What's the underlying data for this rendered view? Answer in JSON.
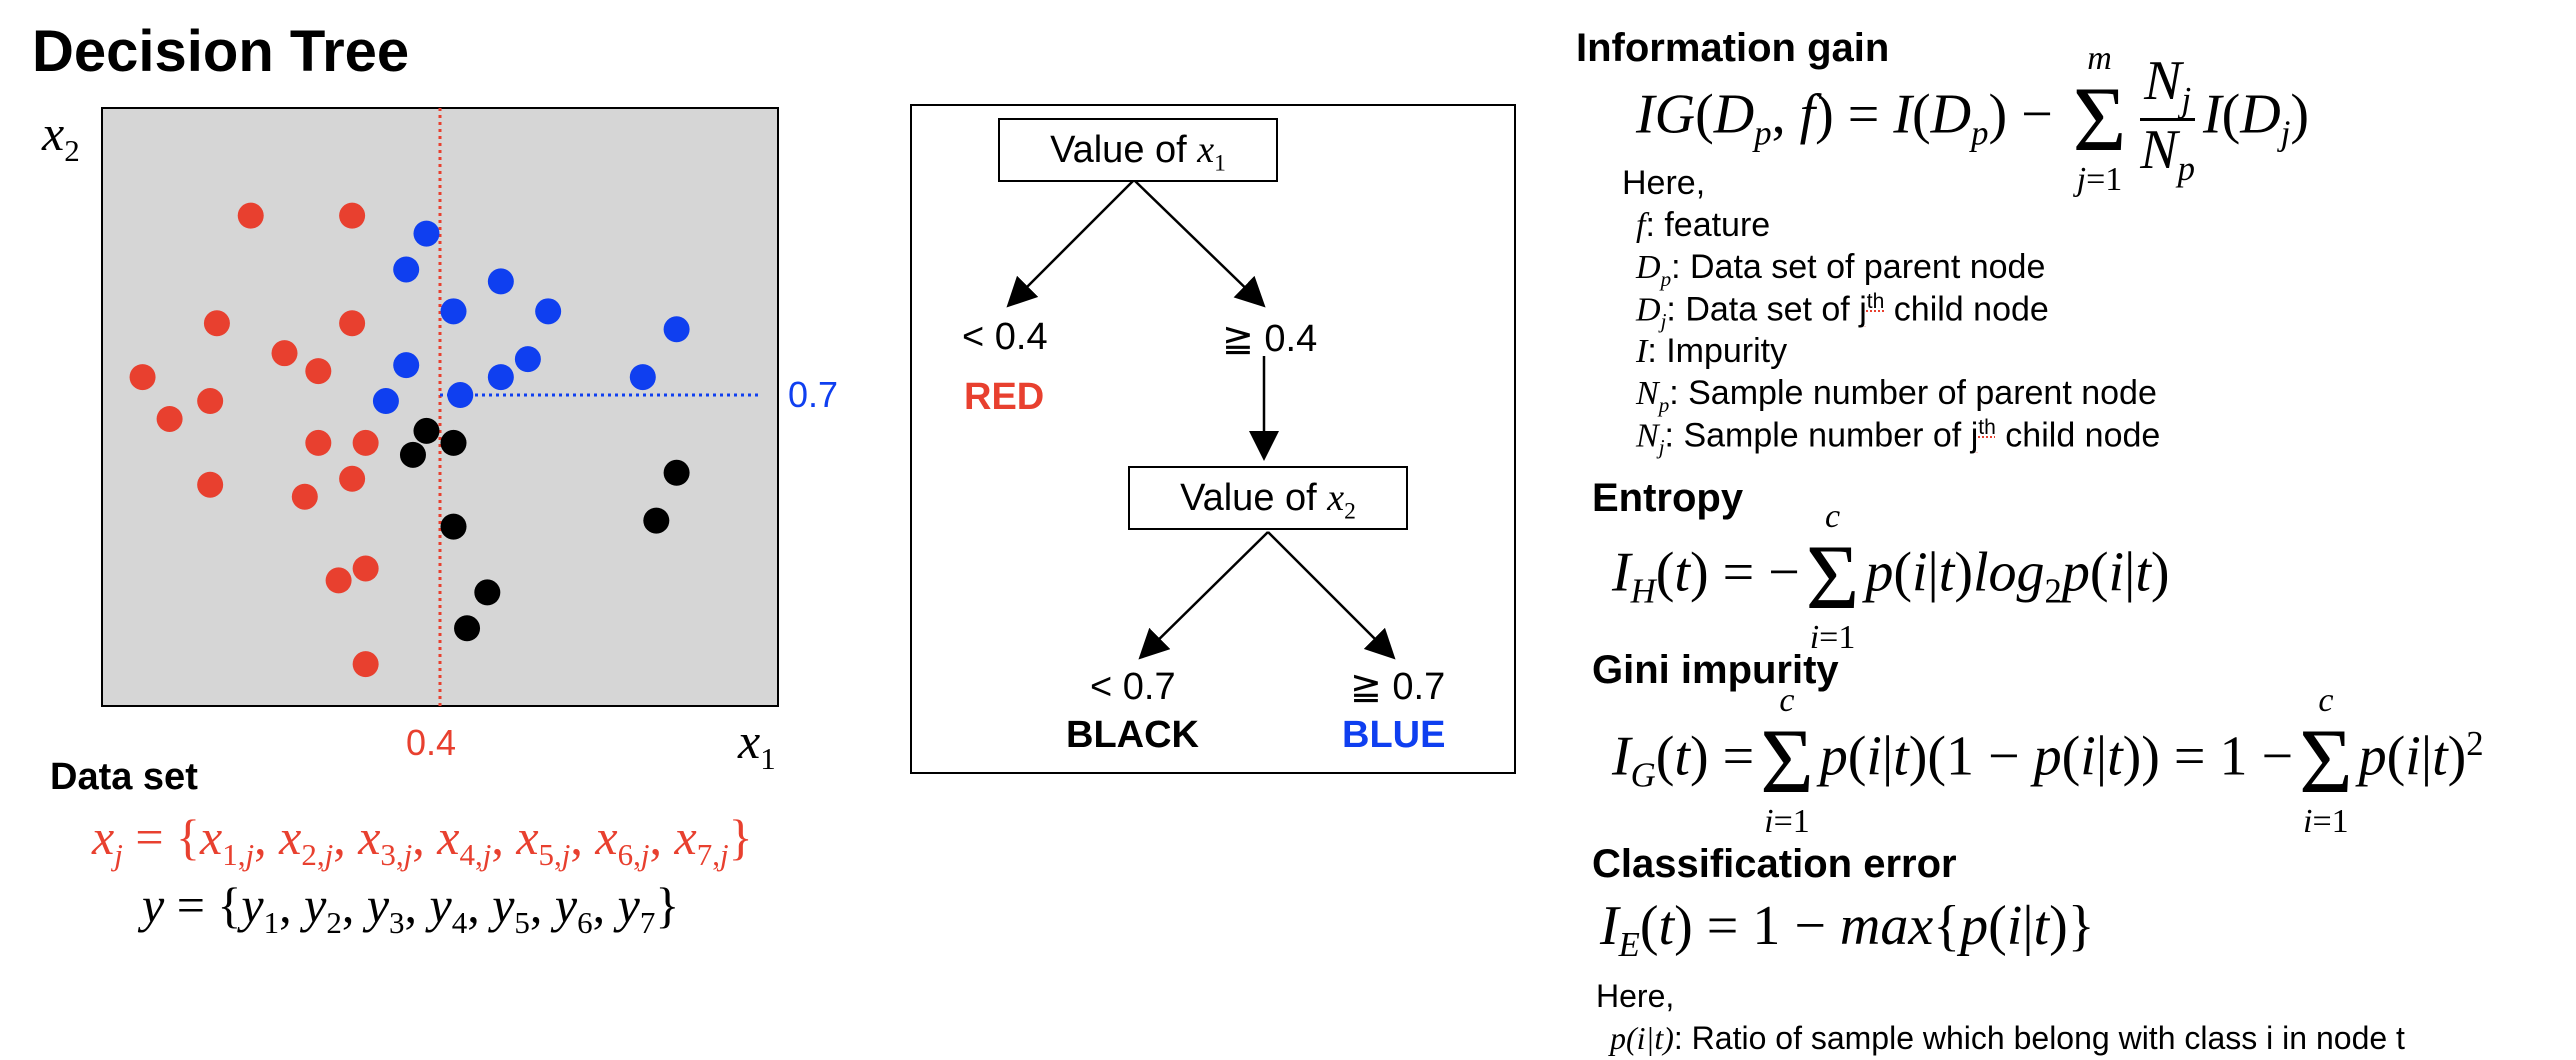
{
  "title": "Decision Tree",
  "colors": {
    "red": "#e8402f",
    "blue": "#0f3ff0",
    "black": "#000000",
    "panel": "#d6d6d6"
  },
  "scatter": {
    "y_axis_var": "x",
    "y_axis_sub": "2",
    "x_axis_var": "x",
    "x_axis_sub": "1",
    "split_x_label": "0.4",
    "split_y_label": "0.7",
    "red_points": [
      [
        0.22,
        0.82
      ],
      [
        0.17,
        0.64
      ],
      [
        0.06,
        0.55
      ],
      [
        0.27,
        0.59
      ],
      [
        0.32,
        0.56
      ],
      [
        0.37,
        0.64
      ],
      [
        0.1,
        0.48
      ],
      [
        0.16,
        0.51
      ],
      [
        0.32,
        0.44
      ],
      [
        0.39,
        0.44
      ],
      [
        0.16,
        0.37
      ],
      [
        0.3,
        0.35
      ],
      [
        0.37,
        0.38
      ],
      [
        0.39,
        0.23
      ],
      [
        0.35,
        0.21
      ],
      [
        0.39,
        0.07
      ],
      [
        0.37,
        0.82
      ]
    ],
    "blue_points": [
      [
        0.48,
        0.79
      ],
      [
        0.45,
        0.73
      ],
      [
        0.52,
        0.66
      ],
      [
        0.59,
        0.71
      ],
      [
        0.66,
        0.66
      ],
      [
        0.45,
        0.57
      ],
      [
        0.53,
        0.52
      ],
      [
        0.59,
        0.55
      ],
      [
        0.63,
        0.58
      ],
      [
        0.8,
        0.55
      ],
      [
        0.85,
        0.63
      ],
      [
        0.42,
        0.51
      ]
    ],
    "black_points": [
      [
        0.48,
        0.46
      ],
      [
        0.46,
        0.42
      ],
      [
        0.52,
        0.44
      ],
      [
        0.85,
        0.39
      ],
      [
        0.52,
        0.3
      ],
      [
        0.82,
        0.31
      ],
      [
        0.57,
        0.19
      ],
      [
        0.54,
        0.13
      ]
    ]
  },
  "dataset": {
    "heading": "Data set",
    "x_expr": "x_j = {x_1,j, x_2,j, x_3,j, x_4,j, x_5,j, x_6,j, x_7,j}",
    "y_expr": "y = {y1, y2, y3, y4, y5, y6, y7}"
  },
  "tree": {
    "root_label": "Value of ",
    "root_var": "x",
    "root_sub": "1",
    "left_cond": "< 0.4",
    "left_class": "RED",
    "right_cond": "≧ 0.4",
    "child_label": "Value of ",
    "child_var": "x",
    "child_sub": "2",
    "child_left_cond": "< 0.7",
    "child_left_class": "BLACK",
    "child_right_cond": "≧ 0.7",
    "child_right_class": "BLUE"
  },
  "info_gain": {
    "heading": "Information gain",
    "here": "Here,",
    "defs": [
      {
        "sym": "f",
        "text": ": feature"
      },
      {
        "sym": "D",
        "sub": "p",
        "text": ": Data set of parent node"
      },
      {
        "sym": "D",
        "sub": "j",
        "text_pre": ": Data set of ",
        "jth": "j",
        "sup": "th",
        "text_post": " child node"
      },
      {
        "sym": "I",
        "text": ": Impurity"
      },
      {
        "sym": "N",
        "sub": "p",
        "text": ": Sample number of parent node"
      },
      {
        "sym": "N",
        "sub": "j",
        "text_pre": ": Sample number of ",
        "jth": "j",
        "sup": "th",
        "text_post": " child node"
      }
    ]
  },
  "entropy": {
    "heading": "Entropy"
  },
  "gini": {
    "heading": "Gini impurity"
  },
  "classification_error": {
    "heading": "Classification error",
    "here": "Here,",
    "def_sym": "p(i|t)",
    "def_text": ": Ratio of sample which belong with class i in node t"
  }
}
